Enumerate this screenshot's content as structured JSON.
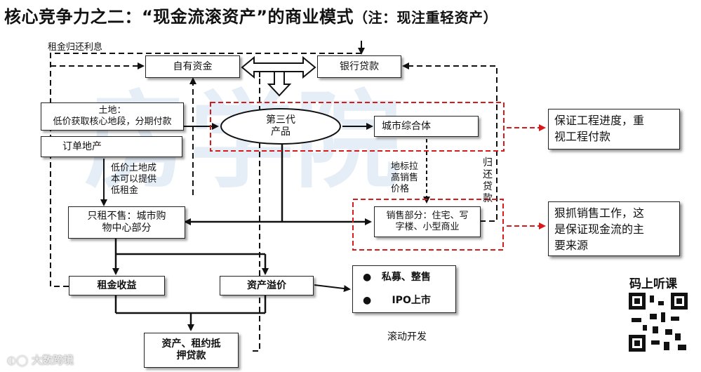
{
  "title": {
    "main": "核心竞争力之二：“现金流滚资产”的商业模式",
    "note": "（注：现注重轻资产）"
  },
  "watermark": "房学院",
  "nodes": {
    "self_funds": "自有资金",
    "bank_loan": "银行贷款",
    "land": "土地：\n低价获取核心地段，分期付款",
    "order_estate": "订单地产",
    "third_gen": "第三代\n产品",
    "urban_complex": "城市综合体",
    "lease_only": "只租不售：城市购\n物中心部分",
    "sales_part": "销售部分：住宅、写\n字楼、小型商业",
    "rent_income": "租金收益",
    "asset_premium": "资产溢价",
    "loan_pledge": "资产、租约抵\n押贷款"
  },
  "labels": {
    "rent_return": "租金归还利息",
    "low_cost": "低价土地成\n本可以提供\n低租金",
    "landmark": "地标拉\n高销售\n价格",
    "repay": "归\n还\n贷\n款",
    "rolling": "滚动开发"
  },
  "exits": {
    "items": [
      "私募、整售",
      "IPO上市"
    ]
  },
  "callouts": {
    "progress": "保证工程进度，重\n视工程付款",
    "sales": "狠抓销售工作，这\n是保证现金流的主\n要来源"
  },
  "brand": {
    "qr_label": "码上听课",
    "logo": "大数跨境"
  },
  "colors": {
    "accent_red": "#d71a1a",
    "line": "#111111"
  }
}
